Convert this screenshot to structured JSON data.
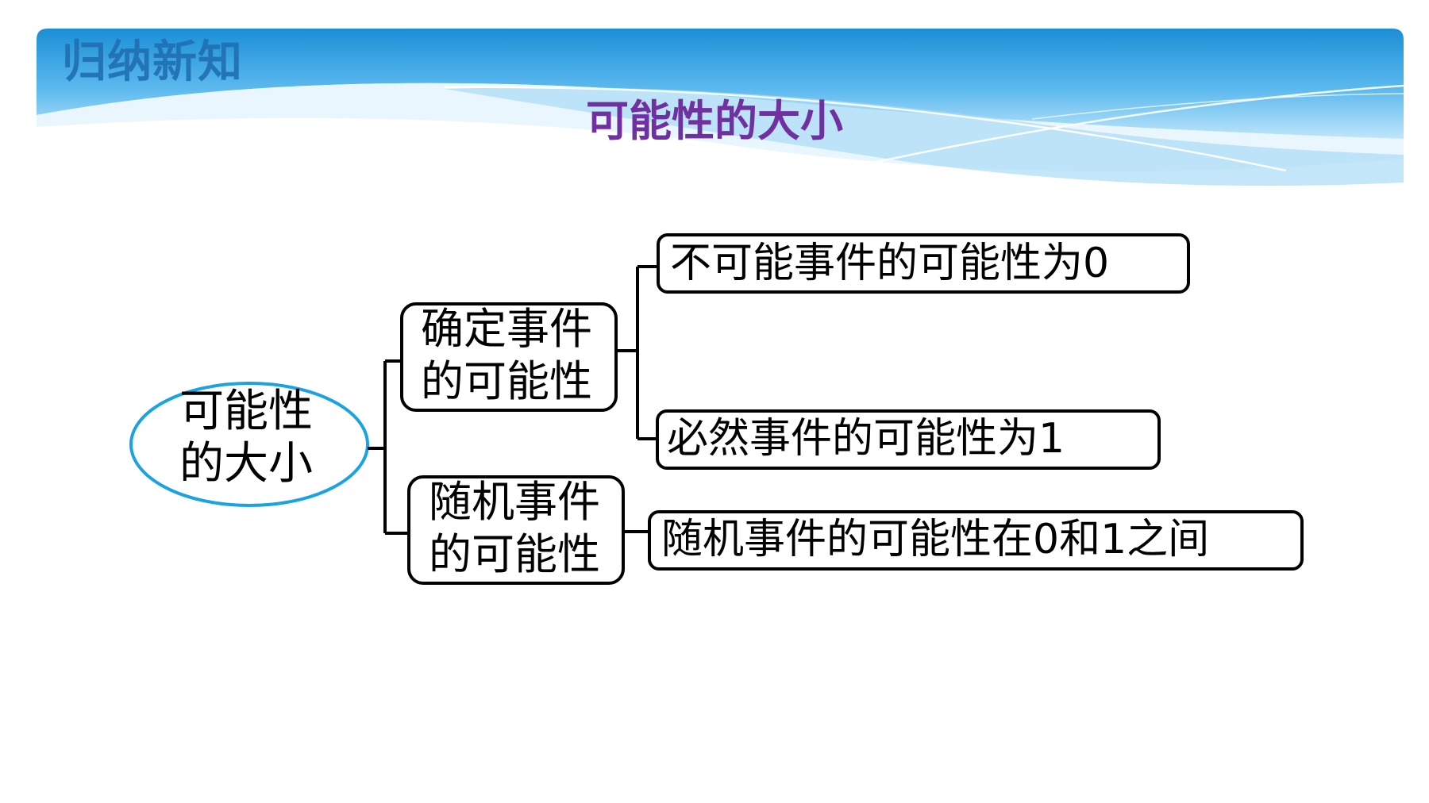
{
  "header": {
    "section_title": "归纳新知",
    "slide_title": "可能性的大小"
  },
  "diagram": {
    "root": {
      "line1": "可能性",
      "line2": "的大小"
    },
    "branches": [
      {
        "line1": "确定事件",
        "line2": "的可能性",
        "children": [
          "不可能事件的可能性为0",
          "必然事件的可能性为1"
        ]
      },
      {
        "line1": "随机事件",
        "line2": "的可能性",
        "children": [
          "随机事件的可能性在0和1之间"
        ]
      }
    ]
  },
  "colors": {
    "banner_light": "#dff2fc",
    "banner_dark": "#1b8fd6",
    "section_title": "#1f6fb2",
    "slide_title": "#7030a0",
    "root_border": "#1aa3e0",
    "box_border": "#000000"
  }
}
